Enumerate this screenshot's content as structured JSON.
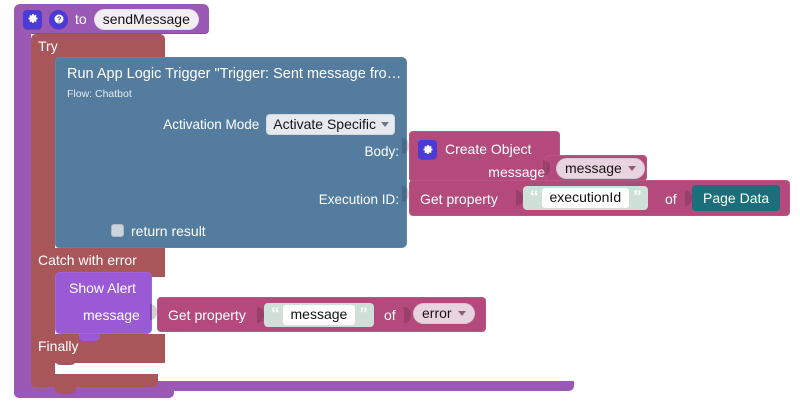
{
  "editor": {
    "canvas_background": "#ffffff",
    "title": "sendMessage procedure blocks"
  },
  "procedure": {
    "keyword": "to",
    "name": "sendMessage",
    "gear_icon": "gear-icon",
    "help_icon": "help-icon",
    "color": "#9b59b6"
  },
  "try_catch": {
    "try_label": "Try",
    "catch_label": "Catch with error",
    "finally_label": "Finally",
    "color": "#a9565a"
  },
  "trigger_block": {
    "title": "Run App Logic Trigger \"Trigger: Sent message fro…",
    "subtitle": "Flow: Chatbot",
    "color": "#547c9e",
    "activation_label": "Activation Mode",
    "activation_value": "Activate Specific",
    "body_label": "Body:",
    "execution_label": "Execution ID:",
    "return_label": "return result",
    "return_checked": false
  },
  "create_object": {
    "label": "Create Object",
    "gear_icon": "gear-icon",
    "field_label": "message:",
    "field_value": "message",
    "color": "#b44a7c"
  },
  "get_property_execution": {
    "label": "Get property",
    "string_value": "executionId",
    "of_label": "of",
    "source": "Page Data",
    "source_color": "#1c6f7a",
    "quote_open": "“",
    "quote_close": "”"
  },
  "show_alert": {
    "title": "Show Alert",
    "arg_label": "message",
    "color": "#9a5ad6"
  },
  "get_property_error": {
    "label": "Get property",
    "string_value": "message",
    "of_label": "of",
    "source": "error",
    "quote_open": "“",
    "quote_close": "”"
  }
}
